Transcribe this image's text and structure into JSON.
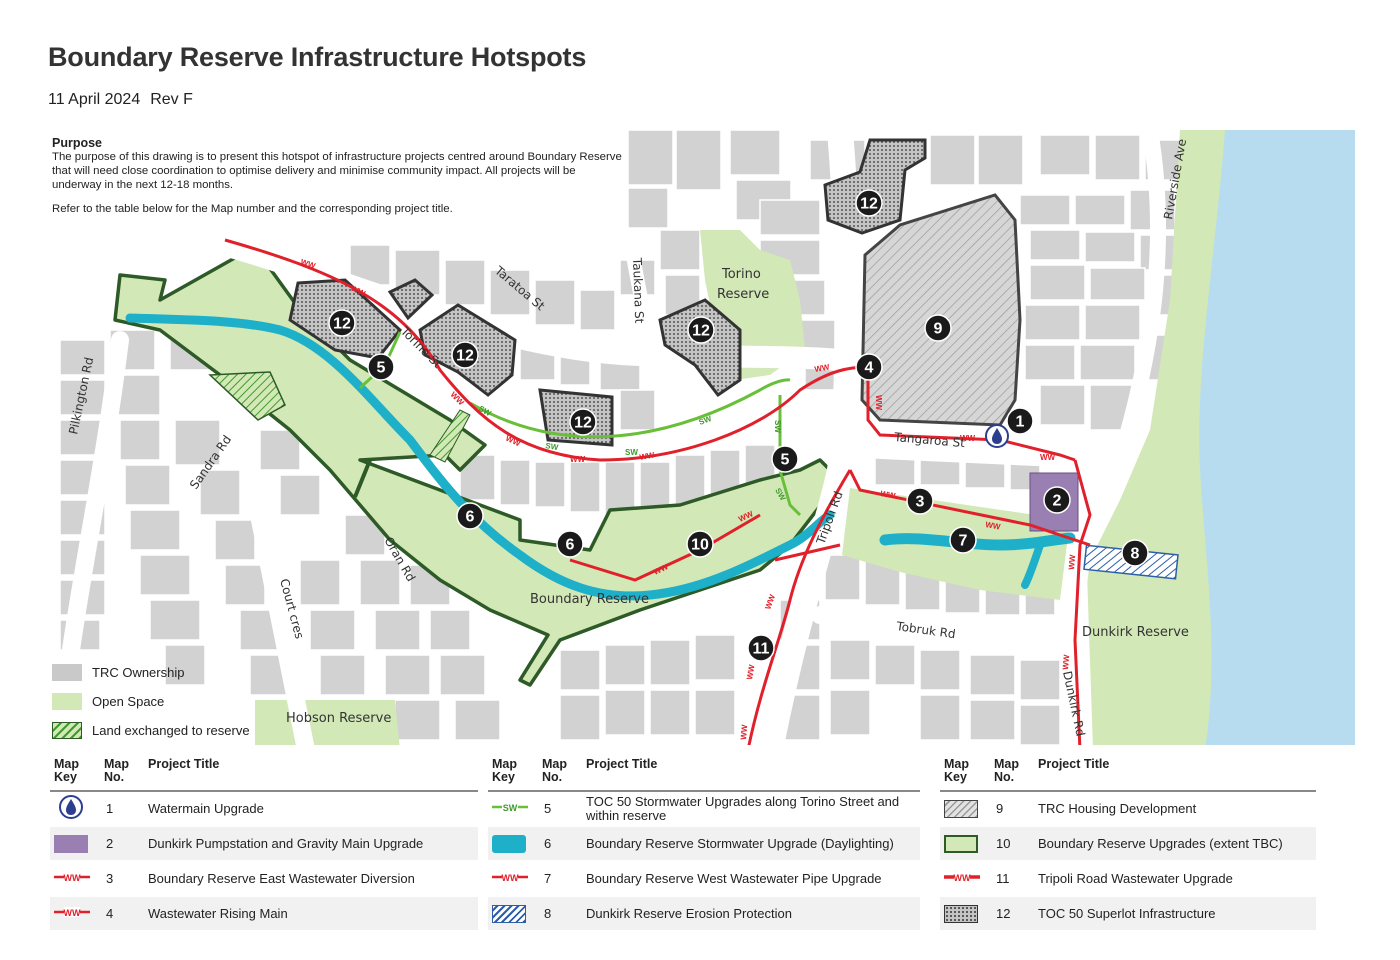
{
  "title": "Boundary Reserve Infrastructure Hotspots",
  "date": "11 April 2024",
  "revision": "Rev F",
  "purpose": {
    "heading": "Purpose",
    "body": "The purpose of this drawing is to present this hotspot of infrastructure projects centred around Boundary Reserve that will need close coordination to optimise delivery and minimise community impact. All projects will be underway in the next 12-18 months.",
    "note": "Refer to the table below for the Map number and the corresponding project title."
  },
  "map": {
    "streets": {
      "pilkington": "Pilkington Rd",
      "sandra": "Sandra Rd",
      "court": "Court cres",
      "oran": "Oran Rd",
      "torino": "Torino St",
      "taratoa": "Taratoa St",
      "taukana": "Taukana St",
      "tangaroa": "Tangaroa St",
      "tripoli": "Tripoli Rd",
      "tobruk": "Tobruk Rd",
      "dunkirk": "Dunkirk Rd",
      "riverside": "Riverside Ave"
    },
    "places": {
      "torino_reserve_1": "Torino",
      "torino_reserve_2": "Reserve",
      "boundary_reserve": "Boundary Reserve",
      "dunkirk_reserve": "Dunkirk Reserve",
      "hobson_reserve": "Hobson Reserve"
    },
    "line_tags": {
      "ww": "WW",
      "sw": "SW"
    },
    "markers": [
      "12",
      "12",
      "12",
      "12",
      "12",
      "5",
      "9",
      "4",
      "1",
      "2",
      "3",
      "5",
      "6",
      "7",
      "10",
      "6",
      "8",
      "11"
    ],
    "colors": {
      "water": "#b7dcef",
      "open_space": "#d3e8b7",
      "ownership": "#c9c9c9",
      "wastewater": "#e0202a",
      "stormwater": "#6abf3a",
      "daylighting": "#1fb0c9",
      "reserve_outline": "#2d5a27",
      "pumpstation": "#9a7fb2",
      "erosion": "#2c5fa8"
    }
  },
  "legend": [
    {
      "label": "TRC Ownership",
      "icon": "grey-box"
    },
    {
      "label": "Open Space",
      "icon": "green-box"
    },
    {
      "label": "Land exchanged to reserve",
      "icon": "green-hatch-box"
    }
  ],
  "table_headers": {
    "key": "Map Key",
    "no": "Map No.",
    "title": "Project Title"
  },
  "projects": [
    [
      {
        "no": "1",
        "title": "Watermain Upgrade",
        "icon": "water-drop-icon"
      },
      {
        "no": "2",
        "title": "Dunkirk Pumpstation and Gravity Main Upgrade",
        "icon": "purple-box-icon"
      },
      {
        "no": "3",
        "title": "Boundary Reserve East Wastewater Diversion",
        "icon": "ww-line-icon"
      },
      {
        "no": "4",
        "title": "Wastewater Rising Main",
        "icon": "ww-line-icon"
      }
    ],
    [
      {
        "no": "5",
        "title": "TOC 50 Stormwater Upgrades along Torino Street and within reserve",
        "icon": "sw-line-icon"
      },
      {
        "no": "6",
        "title": "Boundary Reserve Stormwater Upgrade (Daylighting)",
        "icon": "teal-pill-icon"
      },
      {
        "no": "7",
        "title": "Boundary Reserve West Wastewater Pipe Upgrade",
        "icon": "ww-line-icon"
      },
      {
        "no": "8",
        "title": "Dunkirk Reserve Erosion Protection",
        "icon": "blue-hatch-icon"
      }
    ],
    [
      {
        "no": "9",
        "title": "TRC Housing Development",
        "icon": "grey-hatch-icon"
      },
      {
        "no": "10",
        "title": "Boundary Reserve Upgrades (extent TBC)",
        "icon": "green-outline-icon"
      },
      {
        "no": "11",
        "title": "Tripoli Road Wastewater Upgrade",
        "icon": "ww-line-icon"
      },
      {
        "no": "12",
        "title": "TOC 50 Superlot Infrastructure",
        "icon": "dotted-box-icon"
      }
    ]
  ]
}
